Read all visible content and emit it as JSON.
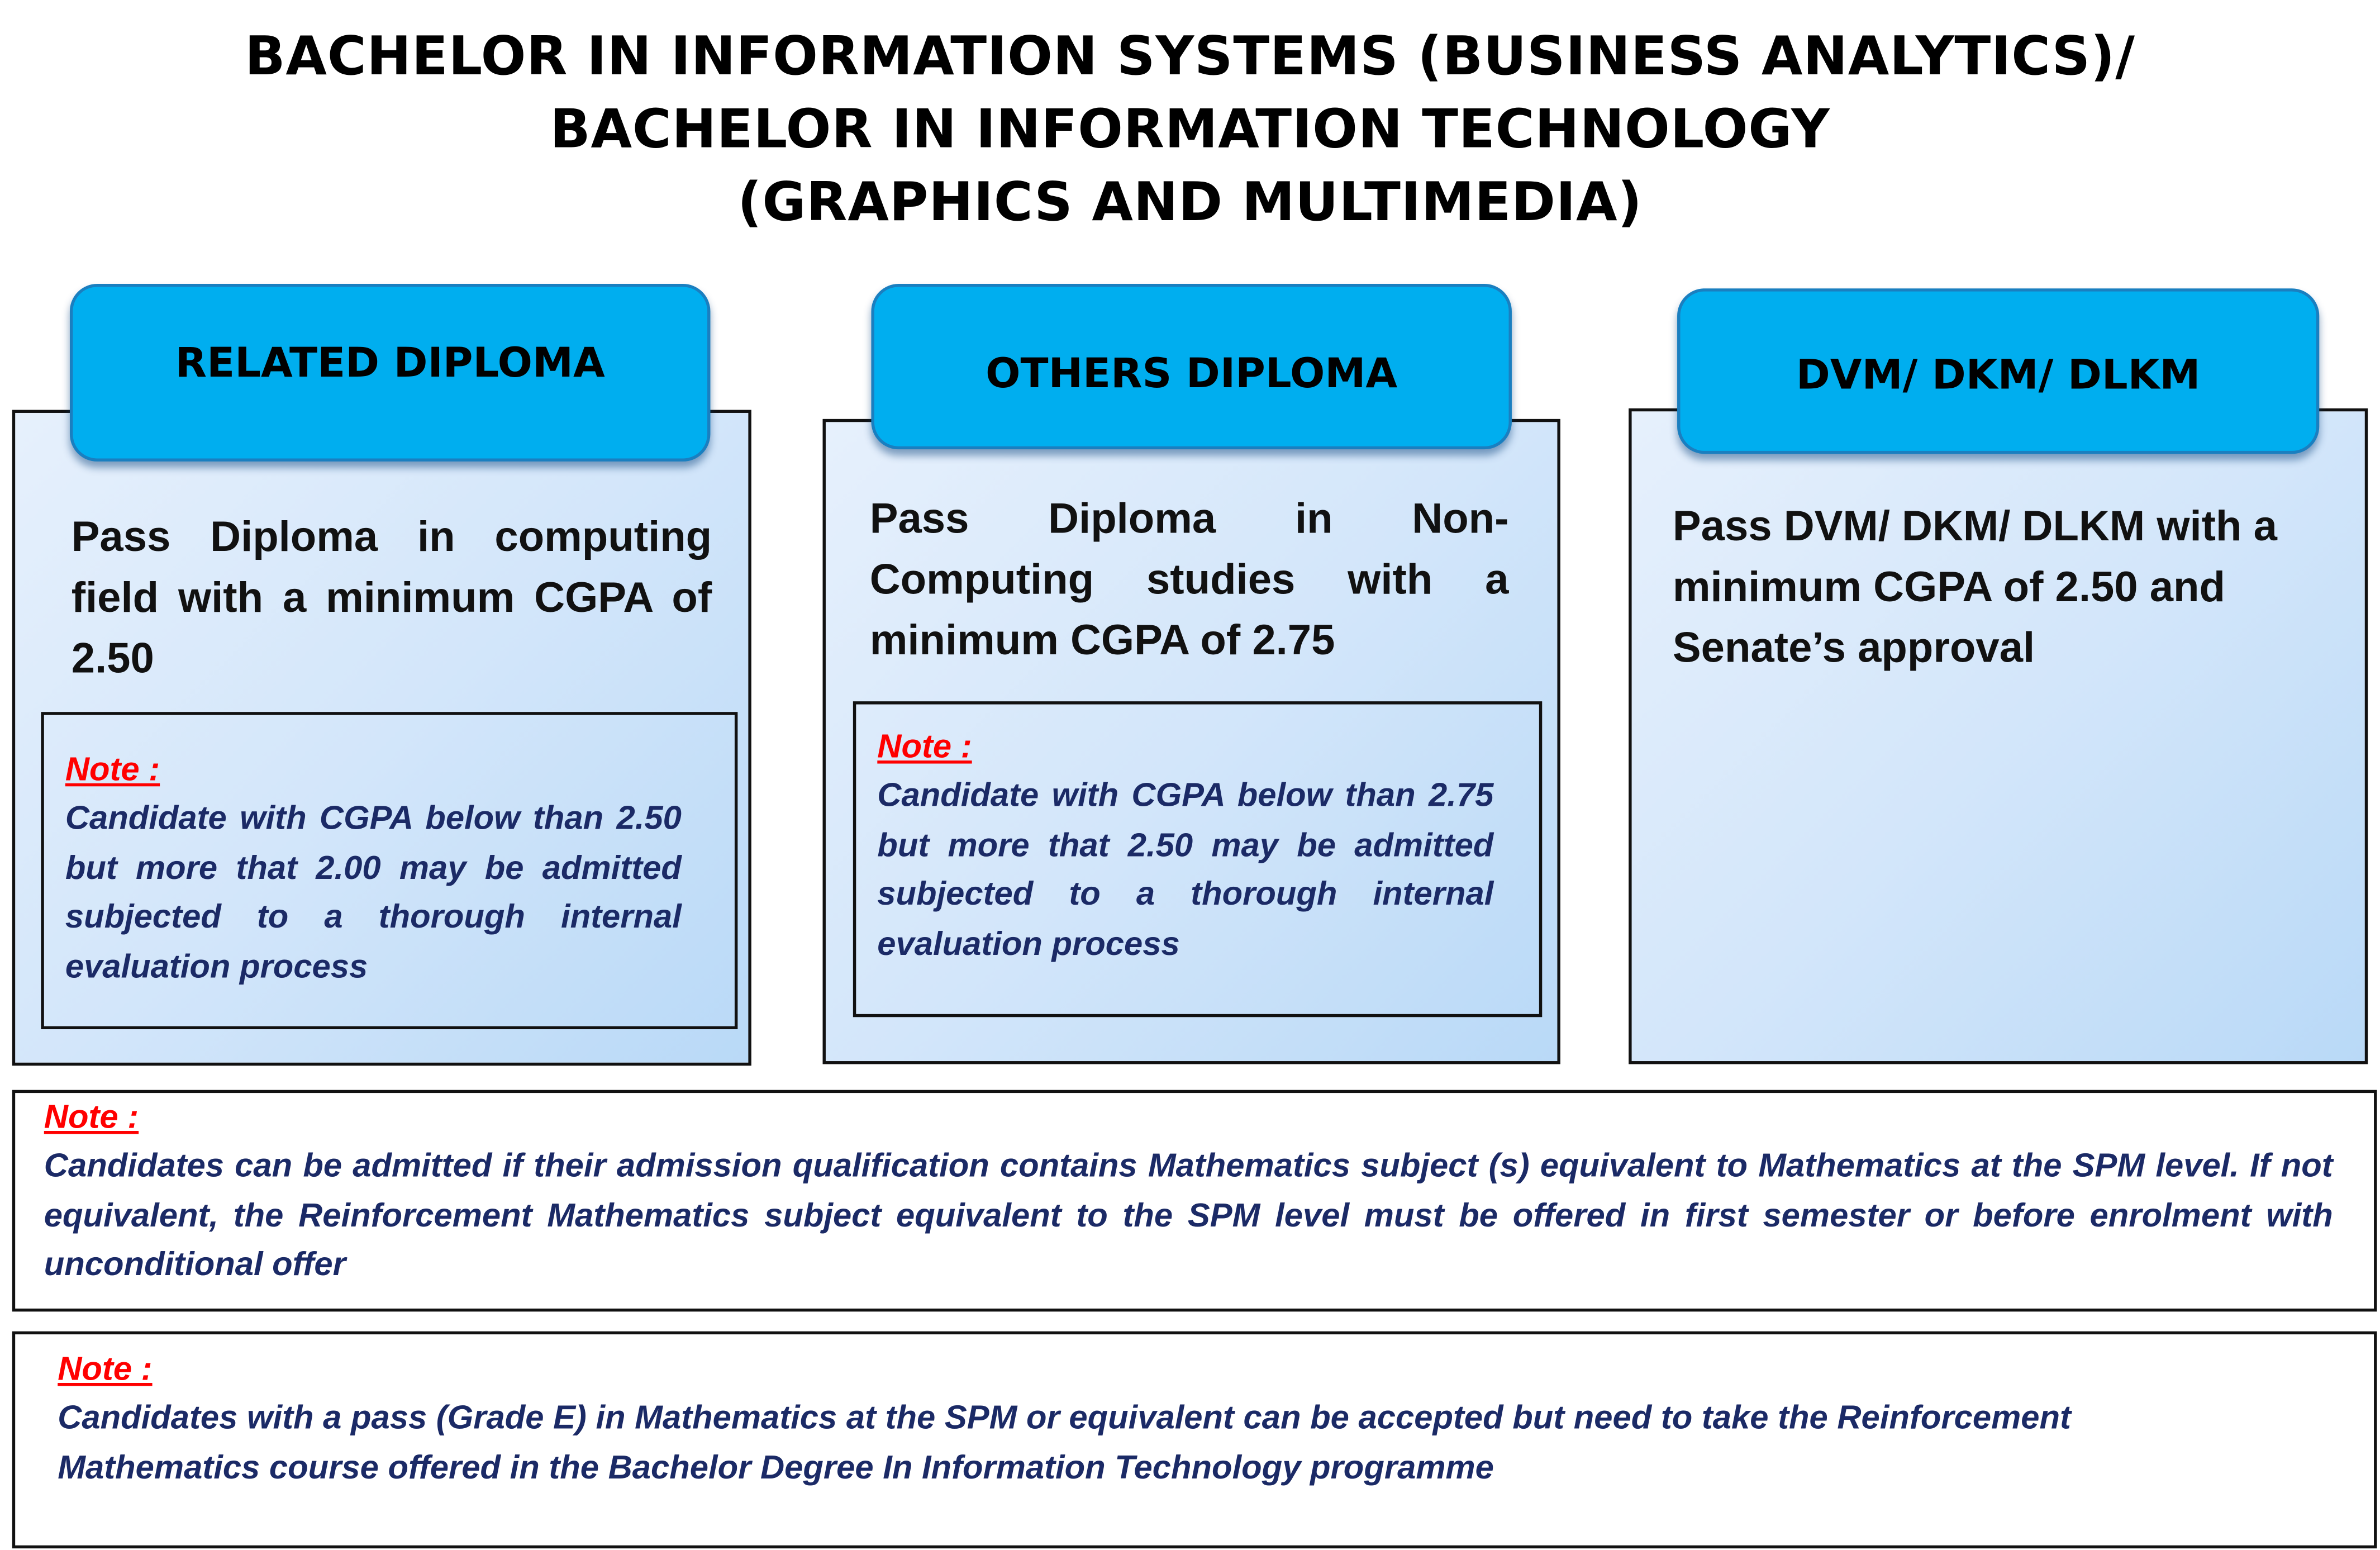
{
  "title": {
    "line1": "BACHELOR IN INFORMATION SYSTEMS (BUSINESS ANALYTICS)/",
    "line2": "BACHELOR IN INFORMATION TECHNOLOGY",
    "line3": "(GRAPHICS AND MULTIMEDIA)"
  },
  "columns": [
    {
      "header": "RELATED DIPLOMA",
      "requirement": "Pass Diploma in computing field with a minimum CGPA of 2.50",
      "note_label": "Note :",
      "note_text": "Candidate with CGPA below than 2.50 but more that 2.00 may be admitted subjected to a thorough internal evaluation process"
    },
    {
      "header": "OTHERS DIPLOMA",
      "requirement": "Pass Diploma in Non-Computing studies with a minimum CGPA of 2.75",
      "note_label": "Note :",
      "note_text": "Candidate with CGPA below than 2.75 but more that 2.50 may be admitted subjected to a thorough internal evaluation process"
    },
    {
      "header": "DVM/ DKM/ DLKM",
      "requirement": "Pass DVM/ DKM/ DLKM with a minimum CGPA of 2.50 and Senate’s approval"
    }
  ],
  "notes": [
    {
      "label": "Note :",
      "text": "Candidates can be admitted if their admission qualification contains Mathematics subject (s) equivalent to Mathematics at the SPM level. If not equivalent, the Reinforcement Mathematics subject equivalent to the SPM level must be offered in first semester or before enrolment with unconditional offer"
    },
    {
      "label": "Note :",
      "text": "Candidates with a pass (Grade E) in Mathematics at the SPM or equivalent can be accepted but need to take the Reinforcement Mathematics course offered in the Bachelor Degree In Information Technology programme"
    }
  ],
  "colors": {
    "header_fill": "#00aeef",
    "note_label": "#ff0000",
    "note_text": "#1b2a66"
  }
}
